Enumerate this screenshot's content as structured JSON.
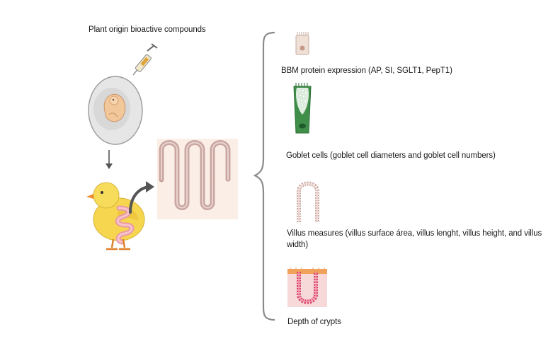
{
  "diagram": {
    "title": "Plant origin bioactive compounds",
    "outcomes": [
      {
        "icon": "enterocyte-cell-icon",
        "label": "BBM protein expression (AP, SI, SGLT1, PepT1)"
      },
      {
        "icon": "goblet-cell-icon",
        "label": "Goblet cells (goblet cell diameters and goblet cell numbers)"
      },
      {
        "icon": "villus-icon",
        "label": "Villus measures (villus surface área, villus lenght, villus height, and villus width)"
      },
      {
        "icon": "crypt-icon",
        "label": "Depth of crypts"
      }
    ],
    "colors": {
      "villus_tissue": "#fbeee6",
      "villus_outline": "#c9a6a0",
      "goblet_green": "#3f8f4a",
      "crypt_red": "#d9476a",
      "chick_yellow": "#f5d64e",
      "egg_shell": "#e4e4e4"
    }
  }
}
